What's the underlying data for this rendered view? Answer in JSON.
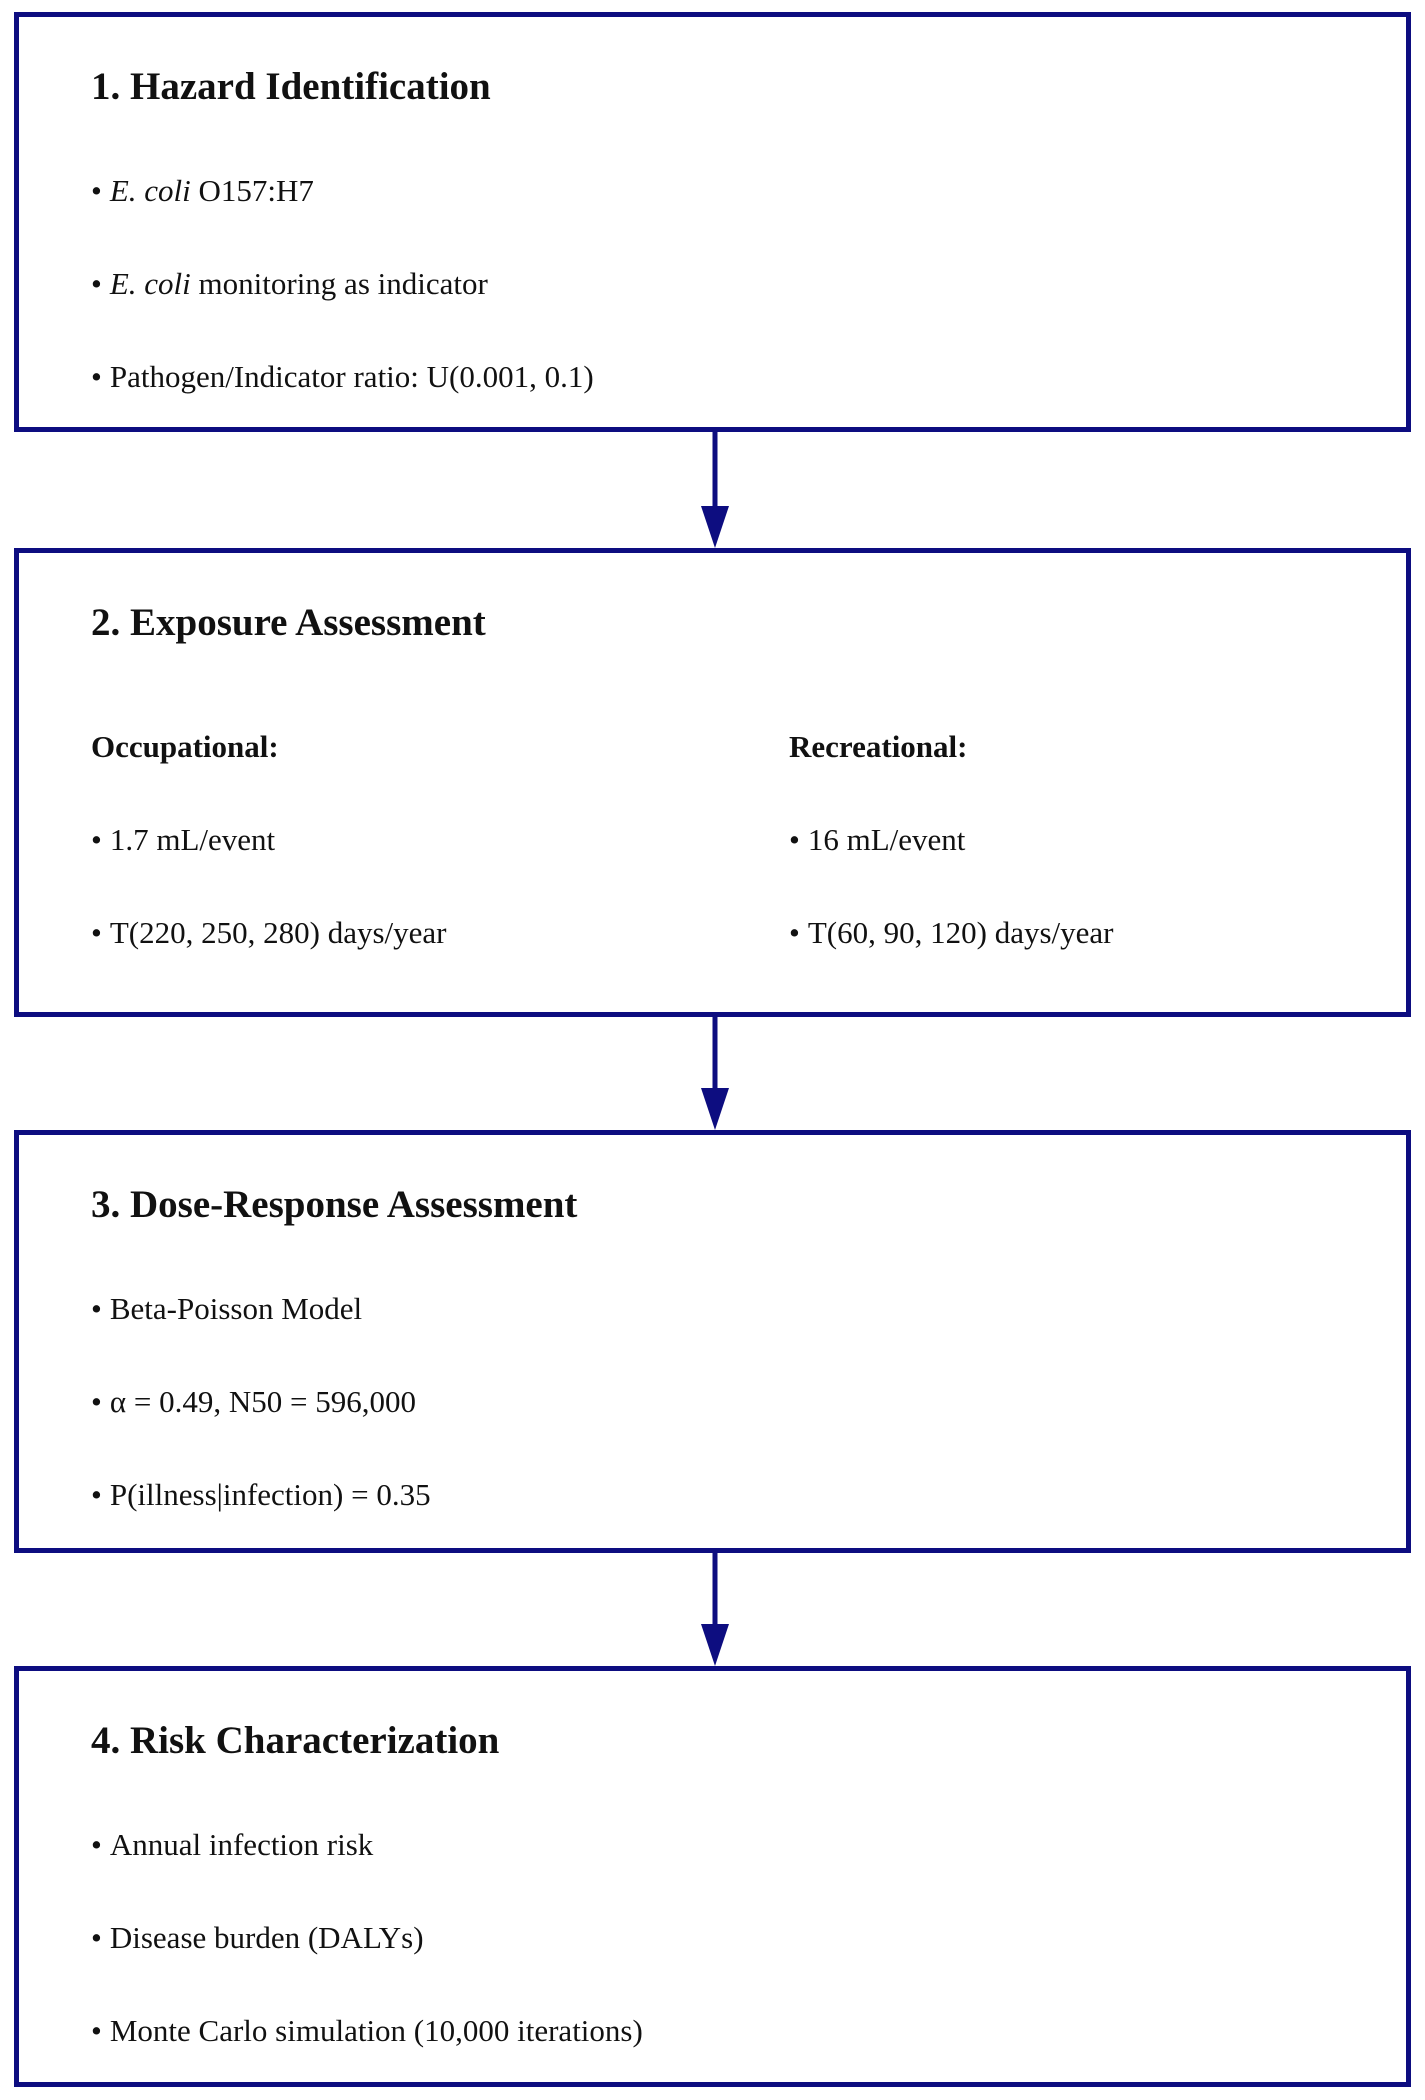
{
  "steps": [
    {
      "title": "1. Hazard Identification",
      "bullets": [
        {
          "italic": "E. coli",
          "text": " O157:H7"
        },
        {
          "italic": "E. coli",
          "text": " monitoring as indicator"
        },
        {
          "italic": "",
          "text": "Pathogen/Indicator ratio: U(0.001, 0.1)"
        }
      ]
    },
    {
      "title": "2. Exposure Assessment",
      "columns": [
        {
          "heading": "Occupational:",
          "bullets": [
            "1.7 mL/event",
            "T(220, 250, 280) days/year"
          ]
        },
        {
          "heading": "Recreational:",
          "bullets": [
            "16 mL/event",
            "T(60, 90, 120) days/year"
          ]
        }
      ]
    },
    {
      "title": "3. Dose-Response Assessment",
      "bullets": [
        "Beta-Poisson Model",
        "α = 0.49, N50 = 596,000",
        "P(illness|infection) = 0.35"
      ]
    },
    {
      "title": "4. Risk Characterization",
      "bullets": [
        "Annual infection risk",
        "Disease burden (DALYs)",
        "Monte Carlo simulation (10,000 iterations)"
      ]
    }
  ],
  "bullet_symbol": "•",
  "colors": {
    "border": "#0d0d80",
    "arrow": "#0d0d80",
    "text": "#111111"
  }
}
